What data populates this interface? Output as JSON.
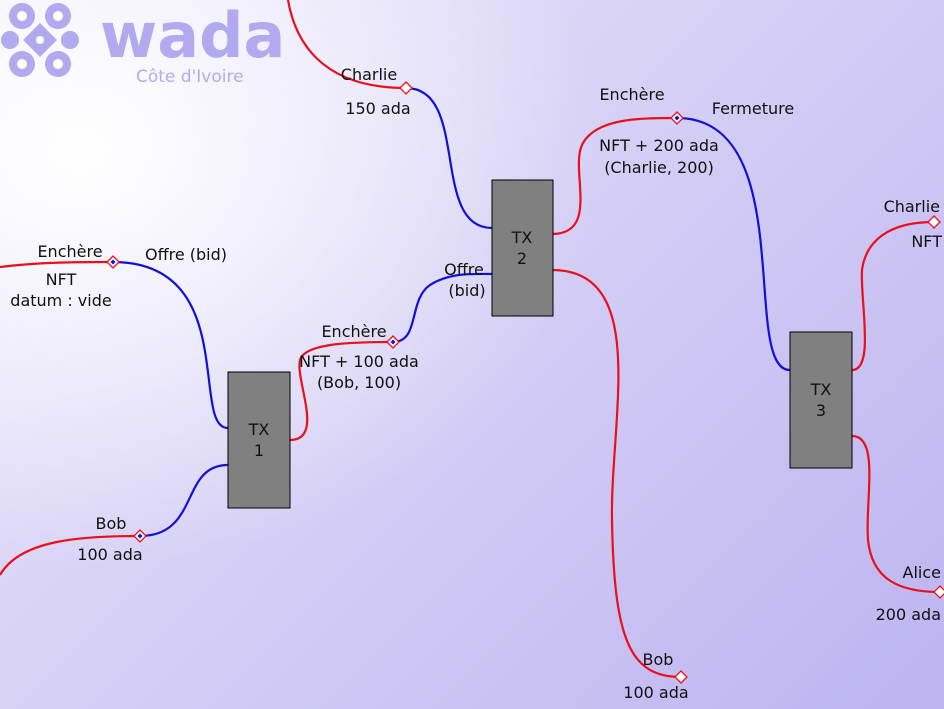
{
  "logo": {
    "word": "wada",
    "subtitle": "Côte d'Ivoire",
    "color": "#b2a9ee"
  },
  "colors": {
    "red": "#e8101a",
    "blue": "#1010d8",
    "tx_fill": "#808080",
    "port_fill": "#ffffff"
  },
  "transactions": [
    {
      "line1": "TX",
      "line2": "1"
    },
    {
      "line1": "TX",
      "line2": "2"
    },
    {
      "line1": "TX",
      "line2": "3"
    }
  ],
  "labels": {
    "enchere_1": "Enchère",
    "nft_1": "NFT",
    "datum_vide": "datum : vide",
    "offre_bid_1": "Offre (bid)",
    "bob_in": "Bob",
    "bob_in_amount": "100 ada",
    "enchere_2": "Enchère",
    "nft_100": "NFT + 100 ada",
    "bob_100": "(Bob, 100)",
    "offre_2": "Offre",
    "bid_2": "(bid)",
    "charlie_in": "Charlie",
    "charlie_in_amount": "150 ada",
    "enchere_3": "Enchère",
    "fermeture": "Fermeture",
    "nft_200": "NFT + 200 ada",
    "charlie_200": "(Charlie, 200)",
    "bob_out": "Bob",
    "bob_out_amount": "100 ada",
    "charlie_out": "Charlie",
    "charlie_out_nft": "NFT",
    "alice_out": "Alice",
    "alice_out_amount": "200 ada"
  }
}
